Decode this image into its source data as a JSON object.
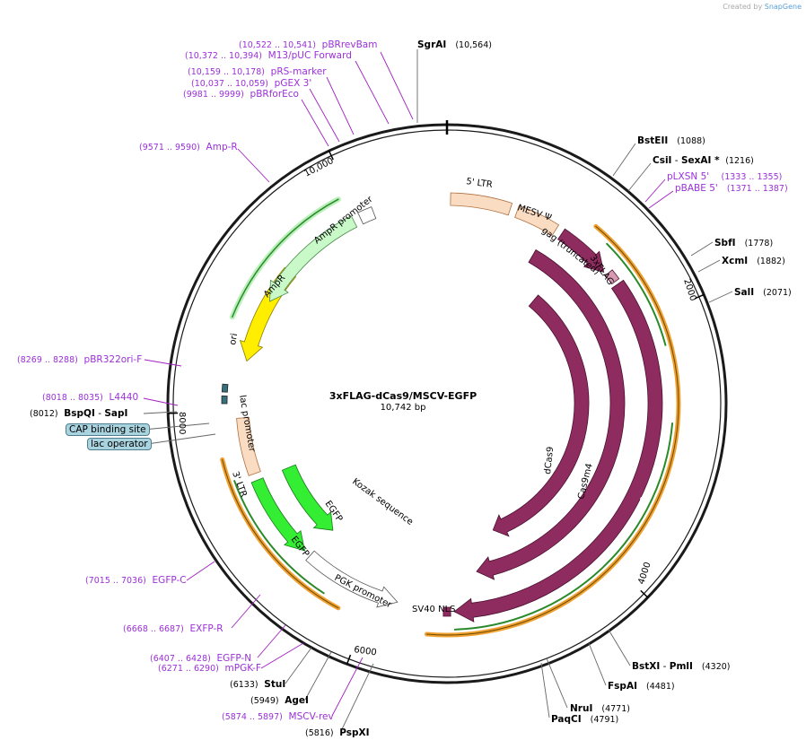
{
  "brand": {
    "created_by": "Created by",
    "app": "SnapGene"
  },
  "plasmid": {
    "name": "3xFLAG-dCas9/MSCV-EGFP",
    "size": "10,742 bp"
  },
  "ticks": [
    "2000",
    "4000",
    "6000",
    "8000",
    "10,000"
  ],
  "sites_right": [
    {
      "name": "SgrAI",
      "coord": "(10,564)"
    },
    {
      "name": "BstEII",
      "coord": "(1088)"
    },
    {
      "name": "CsiI",
      "sep": " - ",
      "name2": "SexAI *",
      "coord": "(1216)"
    },
    {
      "name": "SbfI",
      "coord": "(1778)"
    },
    {
      "name": "XcmI",
      "coord": "(1882)"
    },
    {
      "name": "SalI",
      "coord": "(2071)"
    },
    {
      "name": "BstXI",
      "sep": " - ",
      "name2": "PmlI",
      "coord": "(4320)"
    },
    {
      "name": "FspAI",
      "coord": "(4481)"
    },
    {
      "name": "NruI",
      "coord": "(4771)"
    },
    {
      "name": "PaqCI",
      "coord": "(4791)"
    }
  ],
  "primers_right": [
    {
      "name": "pLXSN 5'",
      "coord": "(1333 .. 1355)"
    },
    {
      "name": "pBABE 5'",
      "coord": "(1371 .. 1387)"
    }
  ],
  "primers_left": [
    {
      "coord": "(10,522 .. 10,541)",
      "name": "pBRrevBam"
    },
    {
      "coord": "(10,372 .. 10,394)",
      "name": "M13/pUC Forward"
    },
    {
      "coord": "(10,159 .. 10,178)",
      "name": "pRS-marker"
    },
    {
      "coord": "(10,037 .. 10,059)",
      "name": "pGEX 3'"
    },
    {
      "coord": "(9981 .. 9999)",
      "name": "pBRforEco"
    },
    {
      "coord": "(9571 .. 9590)",
      "name": "Amp-R"
    },
    {
      "coord": "(8269 .. 8288)",
      "name": "pBR322ori-F"
    },
    {
      "coord": "(8018 .. 8035)",
      "name": "L4440"
    },
    {
      "coord": "(7015 .. 7036)",
      "name": "EGFP-C"
    },
    {
      "coord": "(6668 .. 6687)",
      "name": "EXFP-R"
    },
    {
      "coord": "(6407 .. 6428)",
      "name": "EGFP-N"
    },
    {
      "coord": "(6271 .. 6290)",
      "name": "mPGK-F"
    },
    {
      "coord": "(5874 .. 5897)",
      "name": "MSCV-rev"
    }
  ],
  "sites_left": [
    {
      "coord": "(8012)",
      "name": "BspQI",
      "sep": " - ",
      "name2": "SapI"
    },
    {
      "coord": "(6133)",
      "name": "StuI"
    },
    {
      "coord": "(5949)",
      "name": "AgeI"
    },
    {
      "coord": "(5816)",
      "name": "PspXI"
    }
  ],
  "boxed_features": [
    "CAP binding site",
    "lac operator"
  ],
  "features": {
    "ltr5": "5' LTR",
    "mesv": "MESV Ψ",
    "gag": "gag (truncated)",
    "flag": "3xFLAG",
    "ampr_promoter": "AmpR promoter",
    "ampr": "AmpR",
    "ori": "ori",
    "lac_promoter": "lac promoter",
    "ltr3": "3' LTR",
    "egfp_a": "EGFP",
    "egfp_b": "EGFP",
    "pgk": "PGK promoter",
    "kozak": "Kozak sequence",
    "sv40": "SV40 NLS",
    "dcas9": "dCas9",
    "cas9m4": "Cas9m4",
    "cas9": "Cas9"
  },
  "colors": {
    "backbone": "#1a1a1a",
    "cas9_purple": "#8e2c5f",
    "ltr_peach": "#f9dcc2",
    "ampr_green": "#c9f9c9",
    "ori_yellow": "#ffee00",
    "egfp_green": "#33ee33",
    "primer_purple": "#a020c0",
    "orange_track": "#f0a030",
    "cap_box": "#a9d3df"
  }
}
